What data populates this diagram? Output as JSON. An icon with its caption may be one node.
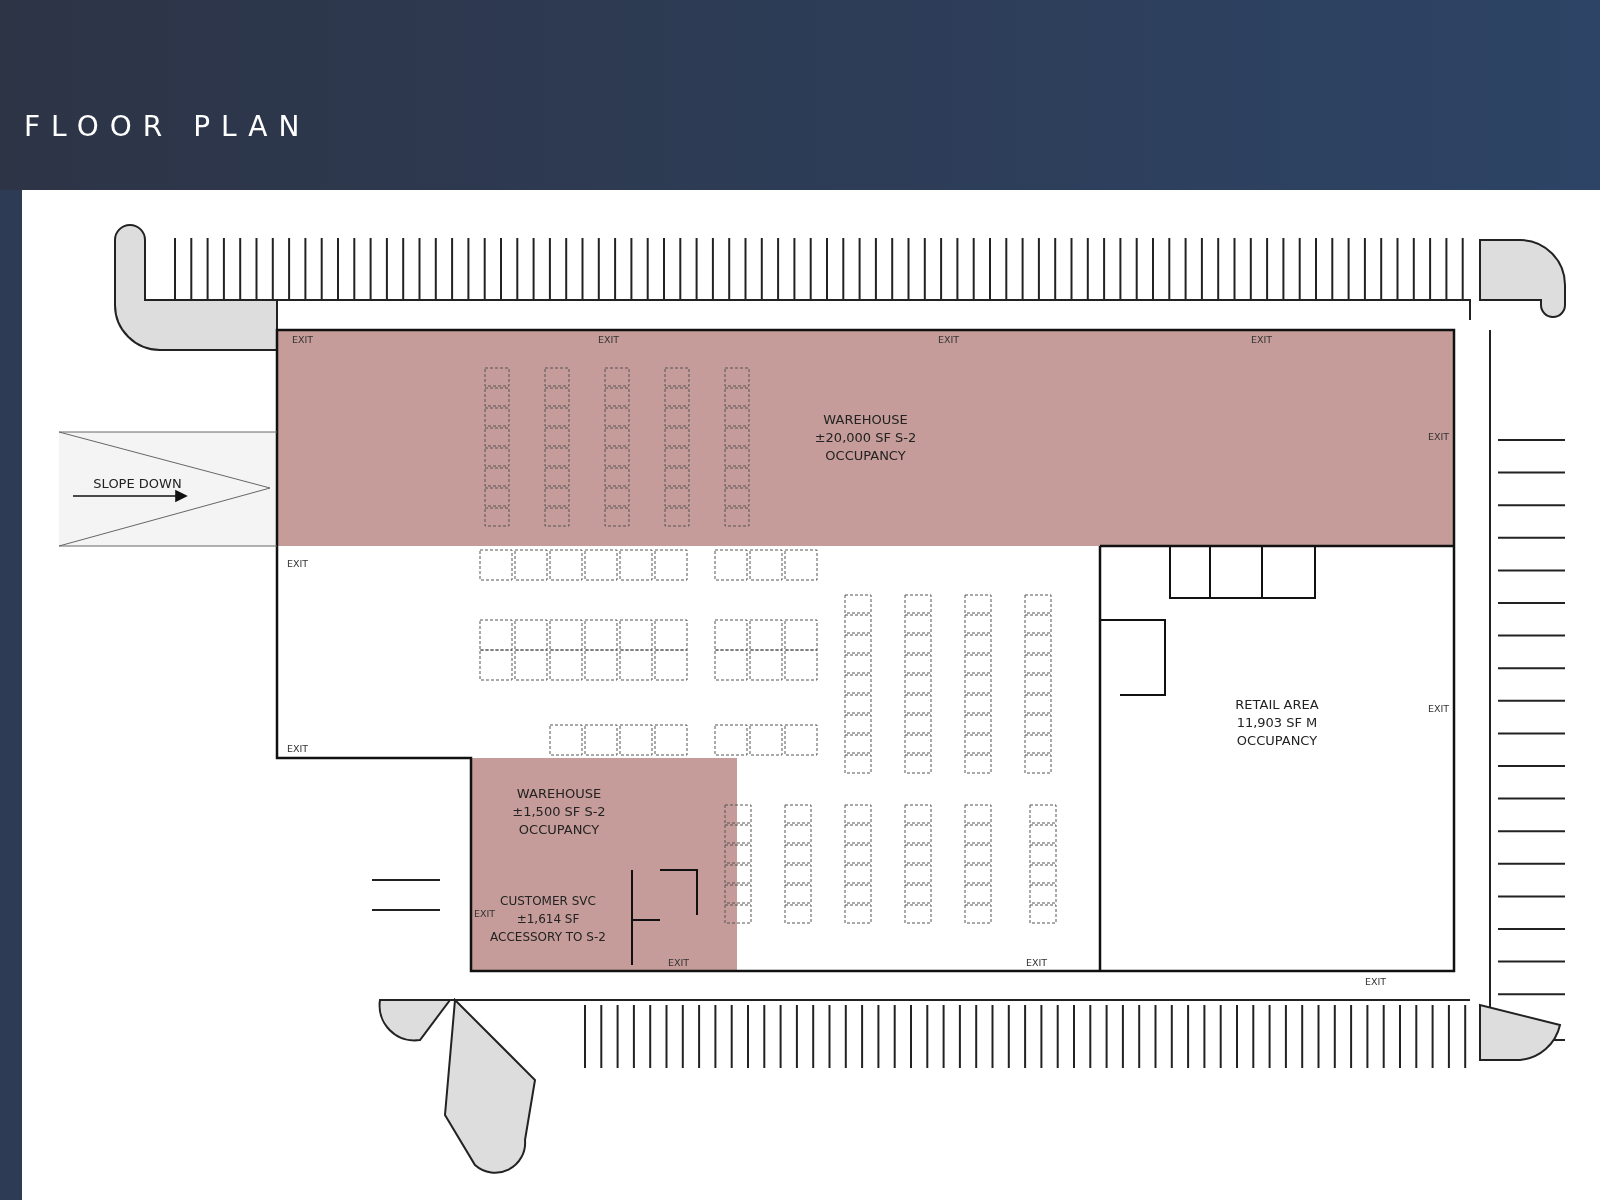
{
  "diagram": {
    "title": "FLOOR PLAN",
    "nodes": [
      {
        "text": [
          "WAREHOUSE ±20,000 SF S-2 OCCUPANCY"
        ]
      },
      {
        "text": [
          "RETAIL AREA 11,903 SF M OCCUPANCY"
        ]
      },
      {
        "text": [
          "WAREHOUSE ±1,500 SF S-2 OCCUPANCY"
        ]
      },
      {
        "text": [
          "CUSTOMER SVC ±1,614 SF ACCESSORY TO S-2"
        ]
      },
      {
        "text": [
          "SLOPE DOWN"
        ]
      }
    ],
    "edges": [],
    "labels": [
      "EXIT",
      "EXIT",
      "EXIT",
      "EXIT",
      "EXIT",
      "EXIT",
      "EXIT",
      "EXIT",
      "EXIT",
      "EXIT",
      "EXIT",
      "EXIT"
    ]
  }
}
